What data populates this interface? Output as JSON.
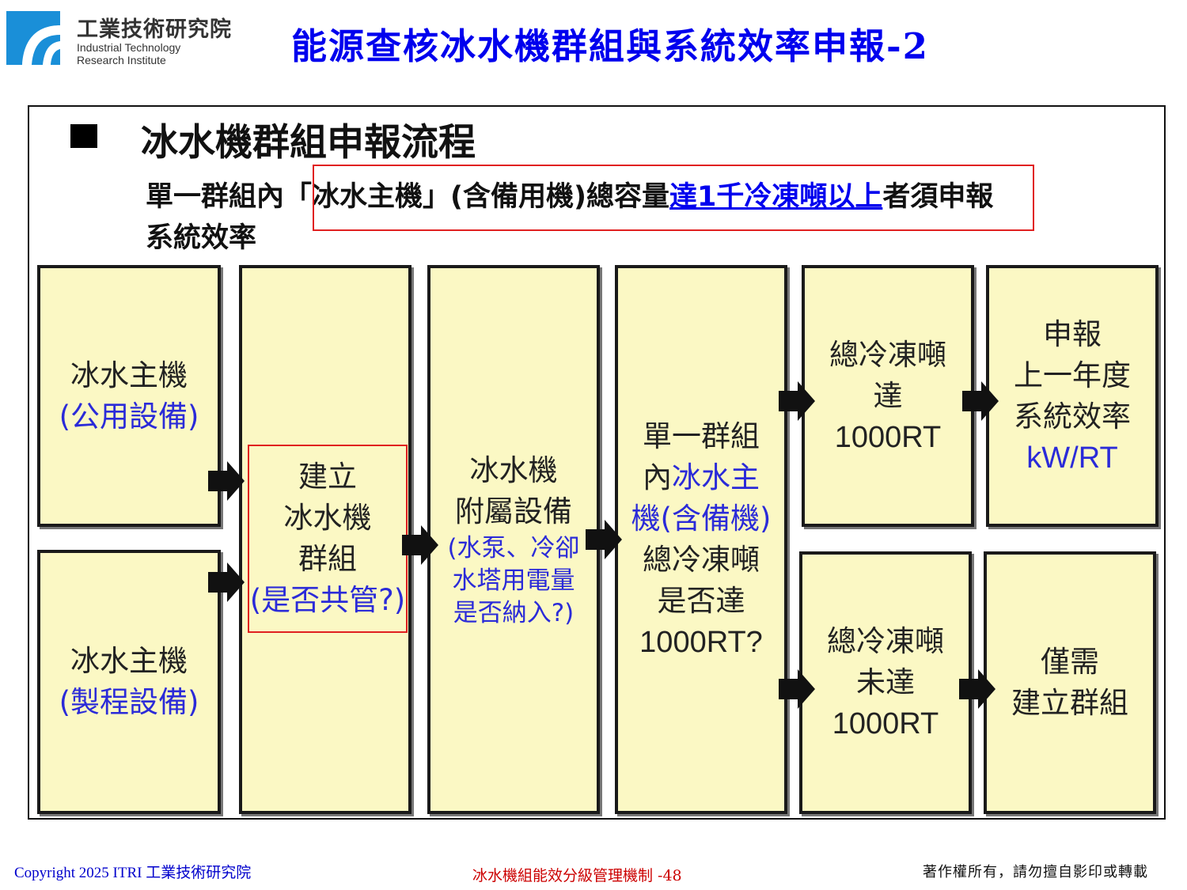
{
  "header": {
    "logo_name": "工業技術研究院",
    "logo_en_line1": "Industrial Technology",
    "logo_en_line2": "Research Institute",
    "title": "能源查核冰水機群組與系統效率申報-2"
  },
  "section": {
    "title": "冰水機群組申報流程",
    "desc_part1": "單一群組內「冰水主機」(含備用機)總容量",
    "desc_highlight": "達1千冷凍噸以上",
    "desc_part2": "者須申報",
    "desc_line2": "系統效率"
  },
  "flow": {
    "public_chiller": {
      "line1": "冰水主機",
      "line2": "(公用設備)"
    },
    "process_chiller": {
      "line1": "冰水主機",
      "line2": "(製程設備)"
    },
    "build_group": {
      "line1": "建立",
      "line2": "冰水機",
      "line3": "群組",
      "line4": "(是否共管?)"
    },
    "auxiliary": {
      "line1": "冰水機",
      "line2": "附屬設備",
      "line3": "(水泵、冷卻",
      "line4": "水塔用電量",
      "line5": "是否納入?)"
    },
    "judge": {
      "line1": "單一群組",
      "line2a": "內",
      "line2b": "冰水主",
      "line3": "機(含備機)",
      "line4": "總冷凍噸",
      "line5": "是否達",
      "line6": "1000RT?"
    },
    "reach": {
      "line1": "總冷凍噸",
      "line2": "達",
      "line3": "1000RT"
    },
    "report": {
      "line1": "申報",
      "line2": "上一年度",
      "line3": "系統效率",
      "line4": "kW/RT"
    },
    "not_reach": {
      "line1": "總冷凍噸",
      "line2": "未達",
      "line3": "1000RT"
    },
    "only_build": {
      "line1": "僅需",
      "line2": "建立群組"
    }
  },
  "footer": {
    "copyright": "Copyright 2025 ITRI 工業技術研究院",
    "page": "冰水機組能效分級管理機制 -48",
    "rights": "著作權所有，請勿擅自影印或轉載"
  },
  "colors": {
    "title_blue": "#0000ee",
    "box_fill": "#fbf8c4",
    "highlight_red": "#e02020",
    "text_blue": "#2b2bd8"
  }
}
